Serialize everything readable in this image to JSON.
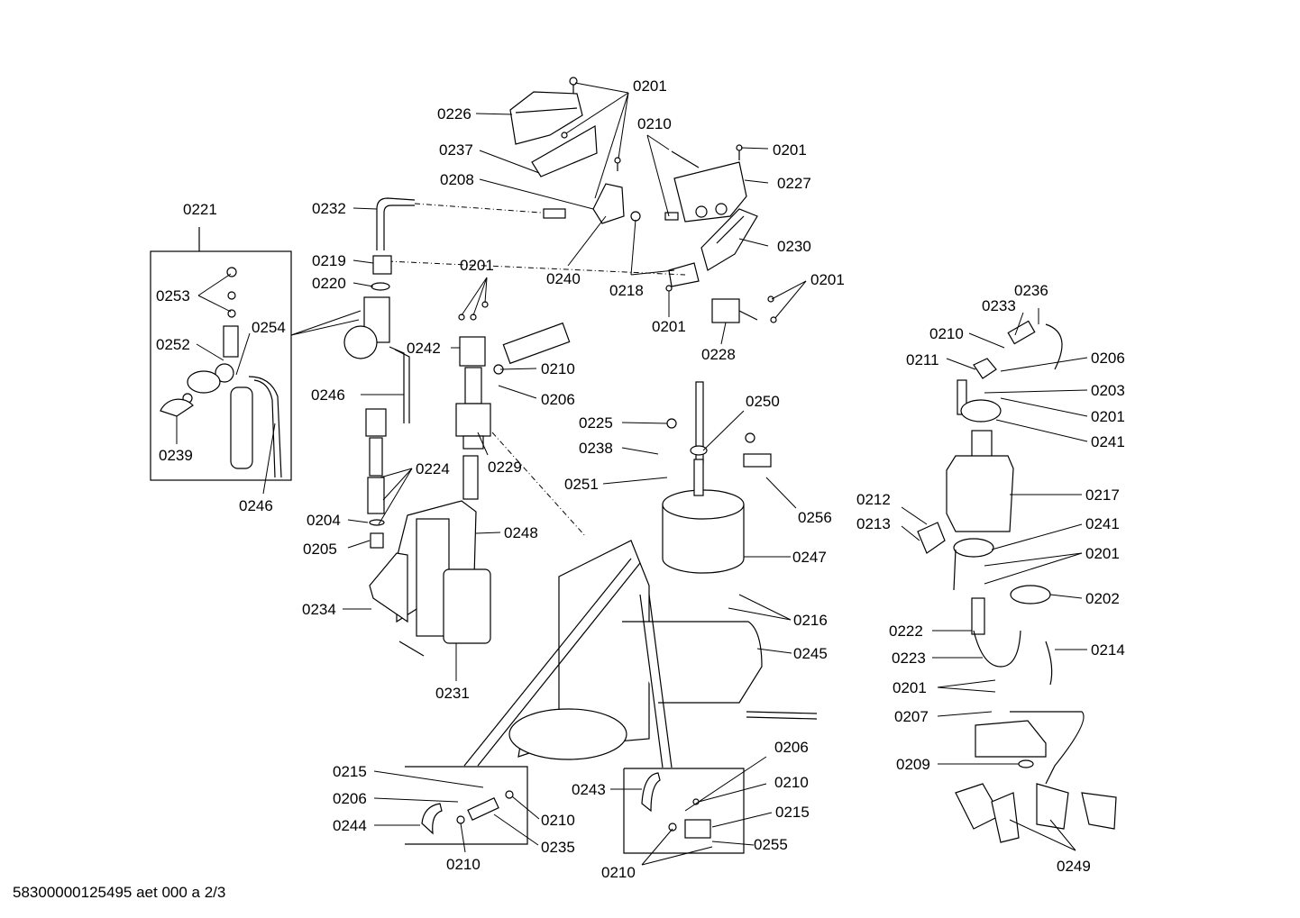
{
  "footer": {
    "text": "58300000125495 aet 000 a 2/3"
  },
  "labels": {
    "l0201_top": "0201",
    "l0226": "0226",
    "l0210_top": "0210",
    "l0201_tr": "0201",
    "l0237": "0237",
    "l0227": "0227",
    "l0208": "0208",
    "l0232": "0232",
    "l0230": "0230",
    "l0221": "0221",
    "l0219": "0219",
    "l0201_mid": "0201",
    "l0220": "0220",
    "l0240": "0240",
    "l0218": "0218",
    "l0201_r": "0201",
    "l0253": "0253",
    "l0254": "0254",
    "l0201_b": "0201",
    "l0228": "0228",
    "l0252": "0252",
    "l0242": "0242",
    "l0210_m": "0210",
    "l0246_a": "0246",
    "l0206_m": "0206",
    "l0225": "0225",
    "l0250": "0250",
    "l0239": "0239",
    "l0238": "0238",
    "l0229": "0229",
    "l0224": "0224",
    "l0251": "0251",
    "l0246_b": "0246",
    "l0256": "0256",
    "l0204": "0204",
    "l0248": "0248",
    "l0205": "0205",
    "l0247": "0247",
    "l0234": "0234",
    "l0216": "0216",
    "l0245": "0245",
    "l0231": "0231",
    "l0233": "0233",
    "l0236": "0236",
    "l0210_r": "0210",
    "l0211": "0211",
    "l0206_r": "0206",
    "l0203": "0203",
    "l0201_r2": "0201",
    "l0241_a": "0241",
    "l0212": "0212",
    "l0217": "0217",
    "l0213": "0213",
    "l0241_b": "0241",
    "l0201_r3": "0201",
    "l0202": "0202",
    "l0222": "0222",
    "l0214": "0214",
    "l0223": "0223",
    "l0201_r4": "0201",
    "l0207": "0207",
    "l0209": "0209",
    "l0249": "0249",
    "l0206_b": "0206",
    "l0215_a": "0215",
    "l0210_b1": "0210",
    "l0206_bl": "0206",
    "l0243": "0243",
    "l0215_b": "0215",
    "l0244": "0244",
    "l0210_b2": "0210",
    "l0235": "0235",
    "l0255": "0255",
    "l0210_b3": "0210",
    "l0210_b4": "0210"
  }
}
